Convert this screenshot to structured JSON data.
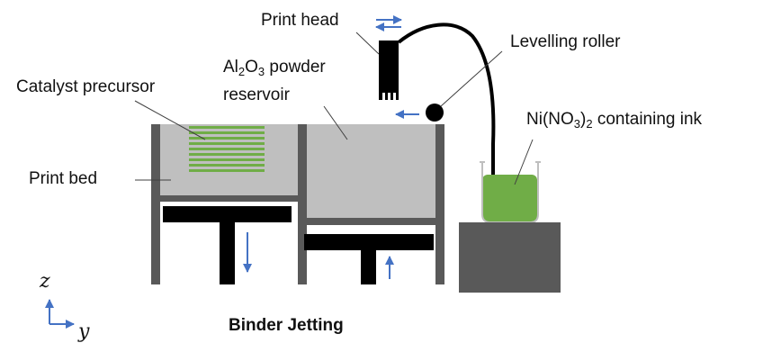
{
  "labels": {
    "print_head": "Print head",
    "levelling_roller": "Levelling roller",
    "catalyst_precursor": "Catalyst precursor",
    "powder_line1_pre": "Al",
    "powder_line1_sub1": "2",
    "powder_line1_mid": "O",
    "powder_line1_sub2": "3",
    "powder_line1_post": " powder",
    "powder_line2": "reservoir",
    "ink_pre": "Ni(NO",
    "ink_sub": "3",
    "ink_mid": ")",
    "ink_sub2": "2",
    "ink_post": " containing ink",
    "print_bed": "Print bed",
    "title": "Binder Jetting",
    "axis_z": "z",
    "axis_y": "y"
  },
  "colors": {
    "wall": "#595959",
    "powder": "#bfbfbf",
    "piston": "#000000",
    "stand": "#595959",
    "ink": "#70ad47",
    "catalyst_stripes": "#70ad47",
    "arrows": "#4472c4",
    "leaders": "#404040"
  }
}
